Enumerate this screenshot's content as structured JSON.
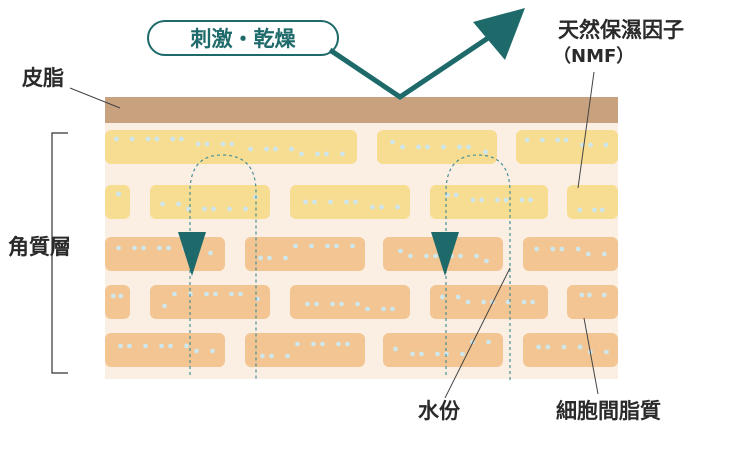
{
  "labels": {
    "stimulus": "刺激・乾燥",
    "sebum": "皮脂",
    "stratum_corneum": "角質層",
    "nmf_line1": "天然保濕因子",
    "nmf_line2": "（NMF）",
    "water": "水份",
    "lipids": "細胞間脂質"
  },
  "colors": {
    "teal": "#1e6a6a",
    "sebum": "#c8a27e",
    "background": "#fbefe4",
    "yellow_cell": "#f7dd92",
    "orange_cell": "#f2c592",
    "dot": "#cfe6ea"
  }
}
